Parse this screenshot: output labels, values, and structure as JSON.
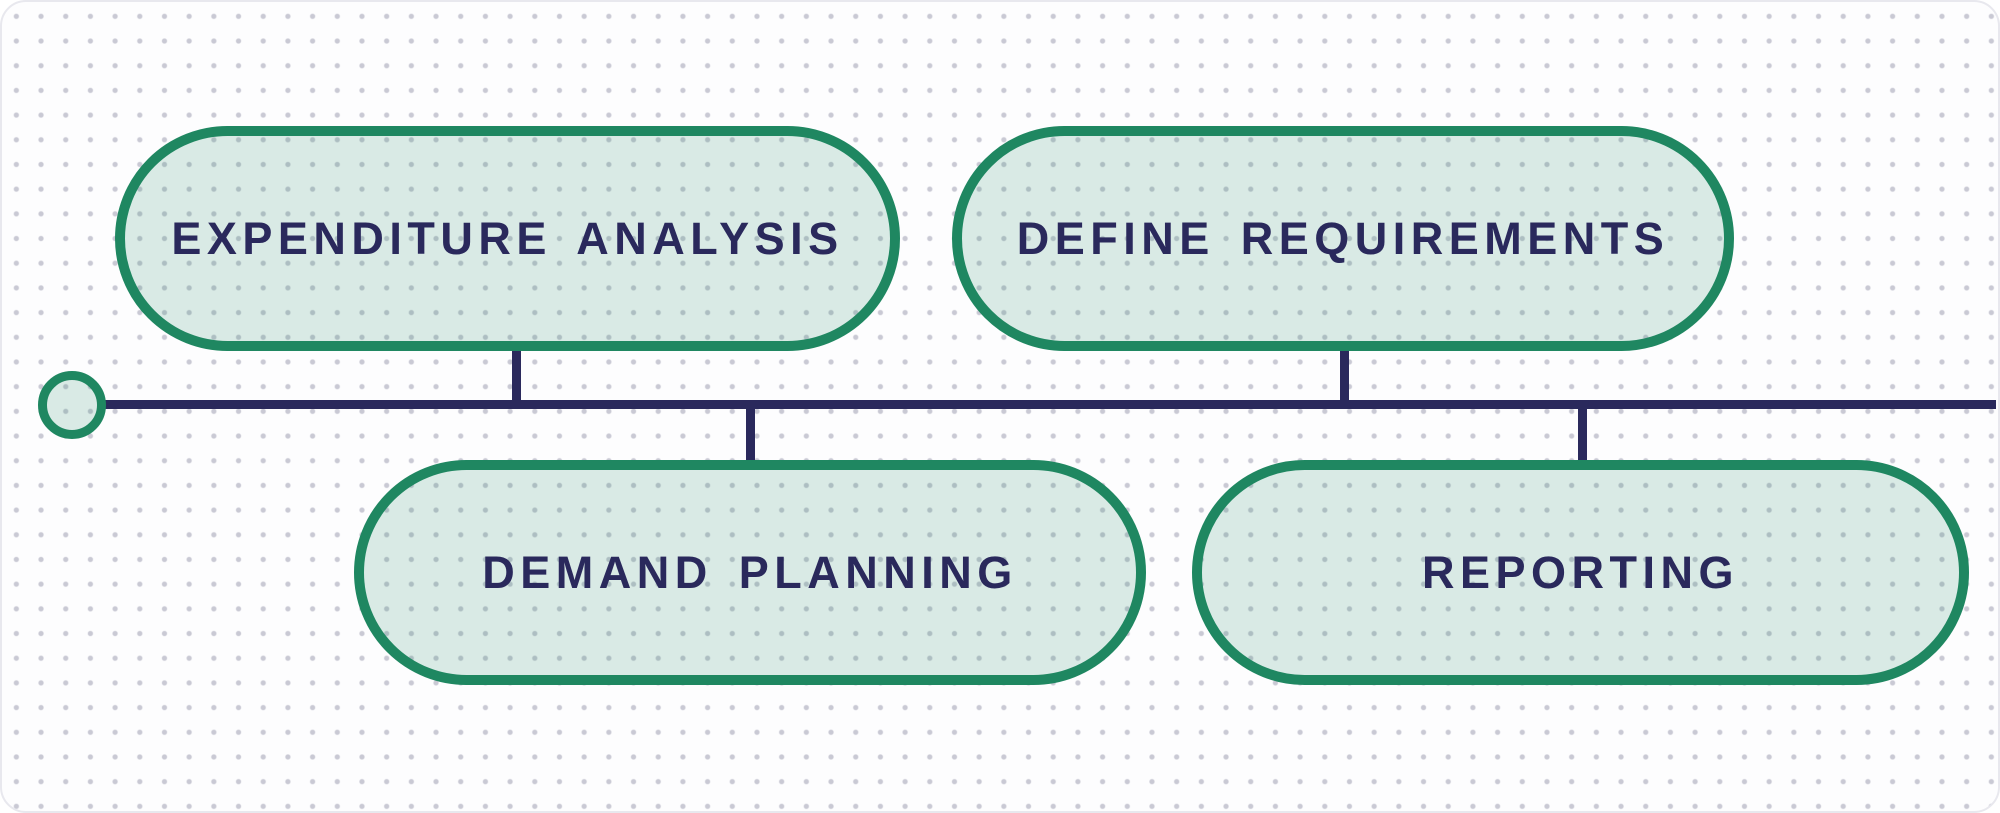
{
  "diagram": {
    "type": "process-timeline",
    "nodes": [
      {
        "label": "EXPENDITURE ANALYSIS",
        "position": "above-line"
      },
      {
        "label": "DEFINE REQUIREMENTS",
        "position": "above-line"
      },
      {
        "label": "DEMAND PLANNING",
        "position": "below-line"
      },
      {
        "label": "REPORTING",
        "position": "below-line"
      }
    ],
    "timeline": {
      "start_marker": "circle",
      "direction": "left-to-right"
    },
    "colors": {
      "node_border": "#1f8761",
      "node_fill": "#d6e6de",
      "line": "#2a295c",
      "text": "#2a295c",
      "grid_dot": "#c9c9d4",
      "canvas_border": "#e8e8ee",
      "canvas_background": "#fdfdfe"
    }
  }
}
